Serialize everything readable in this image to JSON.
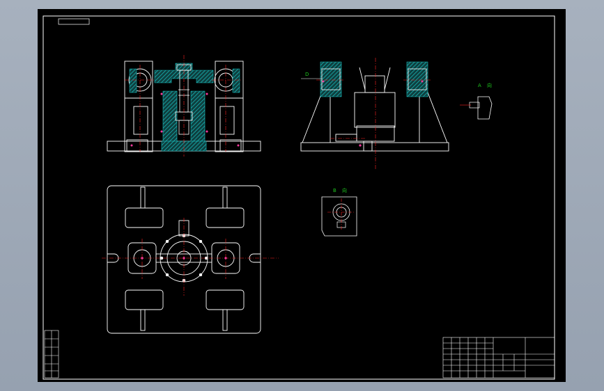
{
  "drawing": {
    "section_label_side": "D",
    "section_label_detail": "B",
    "section_label_detail_view": "B",
    "section_label_right": "A",
    "view_mark_a": "向",
    "view_mark_b": "向"
  },
  "colors": {
    "background": "#000000",
    "outline": "#ffffff",
    "centerline": "#ff2020",
    "hatch": "#19c3c3",
    "annotation": "#1ec51e",
    "frame_outside": "#9aa5b4"
  }
}
